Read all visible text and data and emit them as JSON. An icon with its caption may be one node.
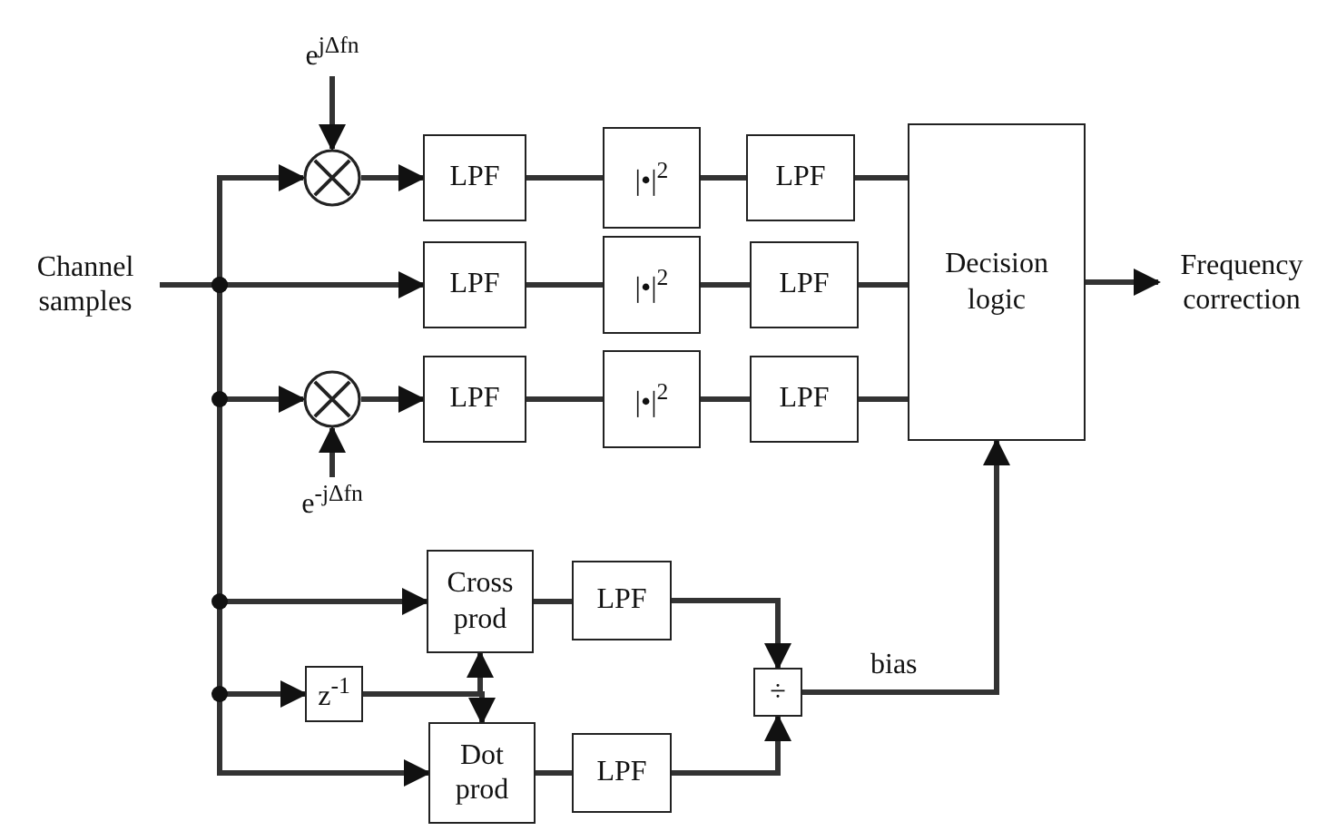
{
  "diagram": {
    "nodes": [
      {
        "text": [
          "e$^{jΔfn}$"
        ]
      },
      {
        "text": [
          "Channel samples"
        ]
      },
      {
        "text": [],
        "shape": "circle"
      },
      {
        "text": [
          "LPF"
        ]
      },
      {
        "text": [
          "|•|$^{2}$"
        ]
      },
      {
        "text": [
          "LPF"
        ]
      },
      {
        "text": [
          "Decision logic"
        ]
      },
      {
        "text": [
          "Frequency correction"
        ]
      },
      {
        "text": [
          "LPF"
        ]
      },
      {
        "text": [
          "|•|$^{2}$"
        ]
      },
      {
        "text": [
          "LPF"
        ]
      },
      {
        "text": [],
        "shape": "circle"
      },
      {
        "text": [
          "LPF"
        ]
      },
      {
        "text": [
          "|•|$^{2}$"
        ]
      },
      {
        "text": [
          "LPF"
        ]
      },
      {
        "text": [
          "e$^{-jΔfn}$"
        ]
      },
      {
        "text": [
          "Cross prod"
        ]
      },
      {
        "text": [
          "LPF"
        ]
      },
      {
        "text": [
          "z$^{-1}$"
        ]
      },
      {
        "text": [
          "÷"
        ]
      },
      {
        "text": [
          "Dot prod"
        ]
      },
      {
        "text": [
          "LPF"
        ]
      }
    ],
    "edges": [
      {
        "from": 0,
        "to": 2,
        "arrow": "to"
      },
      {
        "from": 1,
        "to": 2,
        "arrow": "to"
      },
      {
        "from": 2,
        "to": 3,
        "arrow": "to"
      },
      {
        "from": 3,
        "to": 4,
        "arrow": "none"
      },
      {
        "from": 4,
        "to": 5,
        "arrow": "none"
      },
      {
        "from": 5,
        "to": 6,
        "arrow": "none"
      },
      {
        "from": 1,
        "to": 8,
        "arrow": "to"
      },
      {
        "from": 8,
        "to": 9,
        "arrow": "none"
      },
      {
        "from": 9,
        "to": 10,
        "arrow": "none"
      },
      {
        "from": 10,
        "to": 6,
        "arrow": "none"
      },
      {
        "from": 1,
        "to": 11,
        "arrow": "to"
      },
      {
        "from": 15,
        "to": 11,
        "arrow": "to"
      },
      {
        "from": 11,
        "to": 12,
        "arrow": "to"
      },
      {
        "from": 12,
        "to": 13,
        "arrow": "none"
      },
      {
        "from": 13,
        "to": 14,
        "arrow": "none"
      },
      {
        "from": 14,
        "to": 6,
        "arrow": "none"
      },
      {
        "from": 6,
        "to": 7,
        "arrow": "to"
      },
      {
        "from": 1,
        "to": 16,
        "arrow": "to"
      },
      {
        "from": 16,
        "to": 17,
        "arrow": "none"
      },
      {
        "from": 17,
        "to": 19,
        "arrow": "to"
      },
      {
        "from": 1,
        "to": 18,
        "arrow": "to"
      },
      {
        "from": 18,
        "to": 16,
        "arrow": "to"
      },
      {
        "from": 18,
        "to": 20,
        "arrow": "to"
      },
      {
        "from": 1,
        "to": 20,
        "arrow": "to"
      },
      {
        "from": 20,
        "to": 21,
        "arrow": "none"
      },
      {
        "from": 21,
        "to": 19,
        "arrow": "to"
      },
      {
        "from": 19,
        "to": 6,
        "arrow": "to",
        "label": "bias"
      }
    ]
  }
}
